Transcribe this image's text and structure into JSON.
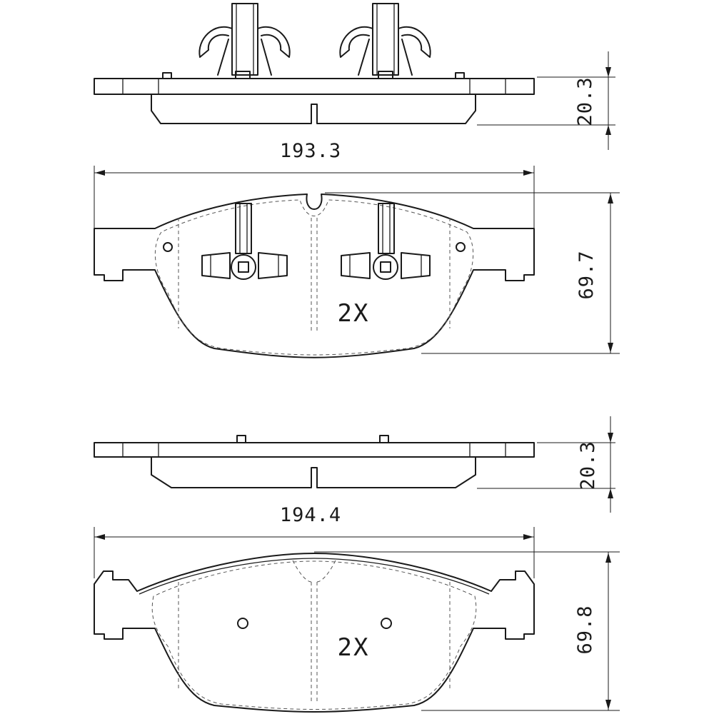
{
  "pads": [
    {
      "id": "pad-a",
      "thickness": "20.3",
      "width": "193.3",
      "height": "69.7",
      "quantity": "2X"
    },
    {
      "id": "pad-b",
      "thickness": "20.3",
      "width": "194.4",
      "height": "69.8",
      "quantity": "2X"
    }
  ]
}
